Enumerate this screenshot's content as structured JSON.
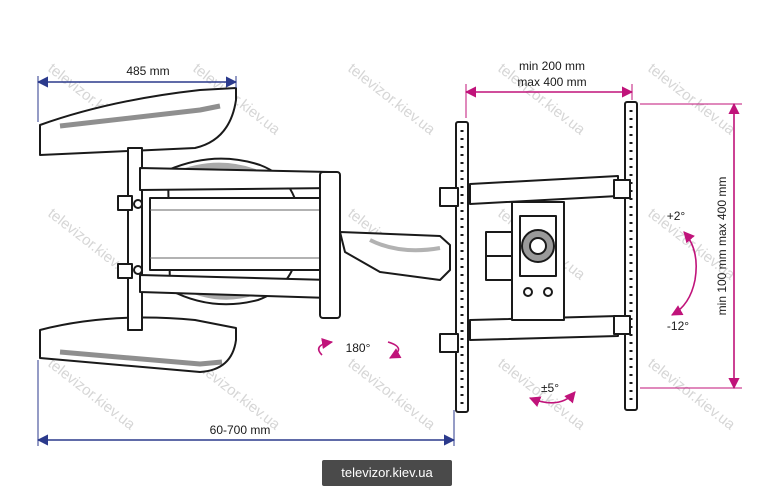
{
  "dimensions": {
    "base_width": "485 mm",
    "arm_extension": "60-700 mm",
    "vesa_horizontal_min": "min 200 mm",
    "vesa_horizontal_max": "max 400 mm",
    "vesa_vertical": "min 100 mm max 400 mm"
  },
  "angles": {
    "swivel": "180°",
    "rotation": "±5°",
    "tilt_up": "+2°",
    "tilt_down": "-12°"
  },
  "watermark_text": "televizor.kiev.ua",
  "badge_text": "televizor.kiev.ua",
  "colors": {
    "dimension_blue": "#2b3a8c",
    "dimension_magenta": "#c0137a",
    "outline": "#1a1a1a",
    "badge_bg": "#4a4a4a"
  }
}
